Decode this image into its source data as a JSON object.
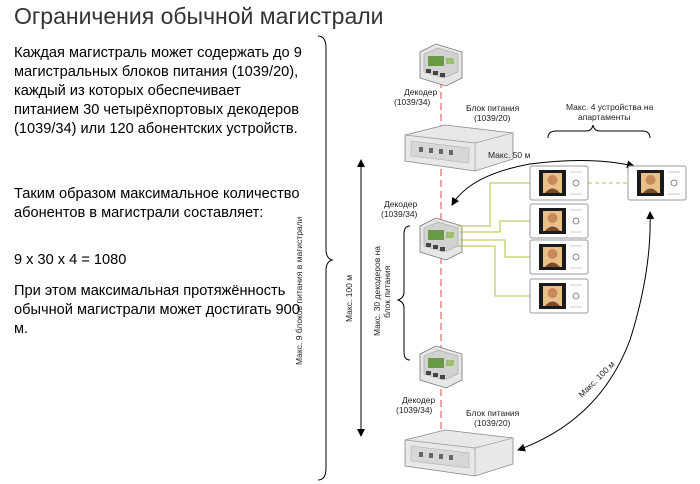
{
  "title": "Ограничения обычной магистрали",
  "text": {
    "p1": "Каждая магистраль может содержать до 9 магистральных блоков питания (1039/20), каждый из которых обеспечивает питанием 30 четырёхпортовых декодеров (1039/34) или 120  абонентских устройств.",
    "p2": "Таким образом максимальное количество абонентов в магистрали составляет:",
    "p3": "9 x 30 x 4 = 1080",
    "p4": "При этом максимальная протяжённость обычной магистрали может достигать 900 м."
  },
  "diagram": {
    "decoder_top": [
      "Декодер",
      "(1039/34)"
    ],
    "psu_top": [
      "Блок питания",
      "(1039/20)"
    ],
    "max_devices": [
      "Макс. 4 устройства на",
      "апартаменты"
    ],
    "max_50": "Макс. 50 м",
    "decoder_mid": [
      "Декодер",
      "(1039/34)"
    ],
    "decoder_bottom": [
      "Декодер",
      "(1039/34)"
    ],
    "psu_bottom": [
      "Блок питания",
      "(1039/20)"
    ],
    "max_psu_vertical": "Макс. 9 блоков питания в магистрали",
    "max_100_vertical": "Макс. 100 м",
    "max_decoders_vertical": [
      "Макс. 30 декодеров на",
      "блок питания"
    ],
    "max_100_diagonal": "Макс. 100 м"
  },
  "colors": {
    "bus_line": "#d94a4a",
    "yellow_wire": "#b5bd3c",
    "device_green": "#5c8a3a"
  }
}
